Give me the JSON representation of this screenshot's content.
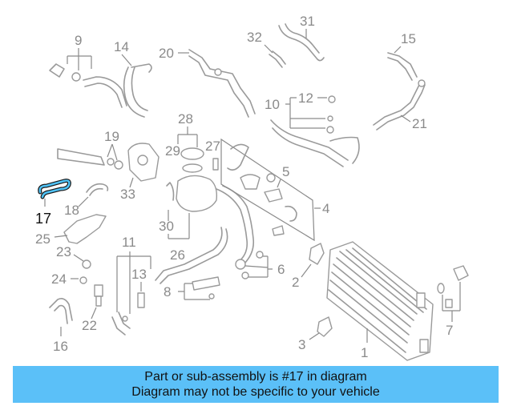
{
  "callouts": {
    "c1": "1",
    "c2": "2",
    "c3": "3",
    "c4": "4",
    "c5": "5",
    "c6": "6",
    "c7": "7",
    "c8": "8",
    "c9": "9",
    "c10": "10",
    "c11": "11",
    "c12": "12",
    "c13": "13",
    "c14": "14",
    "c15": "15",
    "c16": "16",
    "c17": "17",
    "c18": "18",
    "c19": "19",
    "c20": "20",
    "c21": "21",
    "c22": "22",
    "c23": "23",
    "c24": "24",
    "c25": "25",
    "c26": "26",
    "c27": "27",
    "c28": "28",
    "c29": "29",
    "c30": "30",
    "c31": "31",
    "c32": "32",
    "c33": "33"
  },
  "highlight": {
    "part": "17",
    "color": "#4fc3f7"
  },
  "banner": {
    "line1": "Part or sub-assembly is #17 in diagram",
    "line2": "Diagram may not be specific to your vehicle",
    "color": "#5bc0f8"
  }
}
